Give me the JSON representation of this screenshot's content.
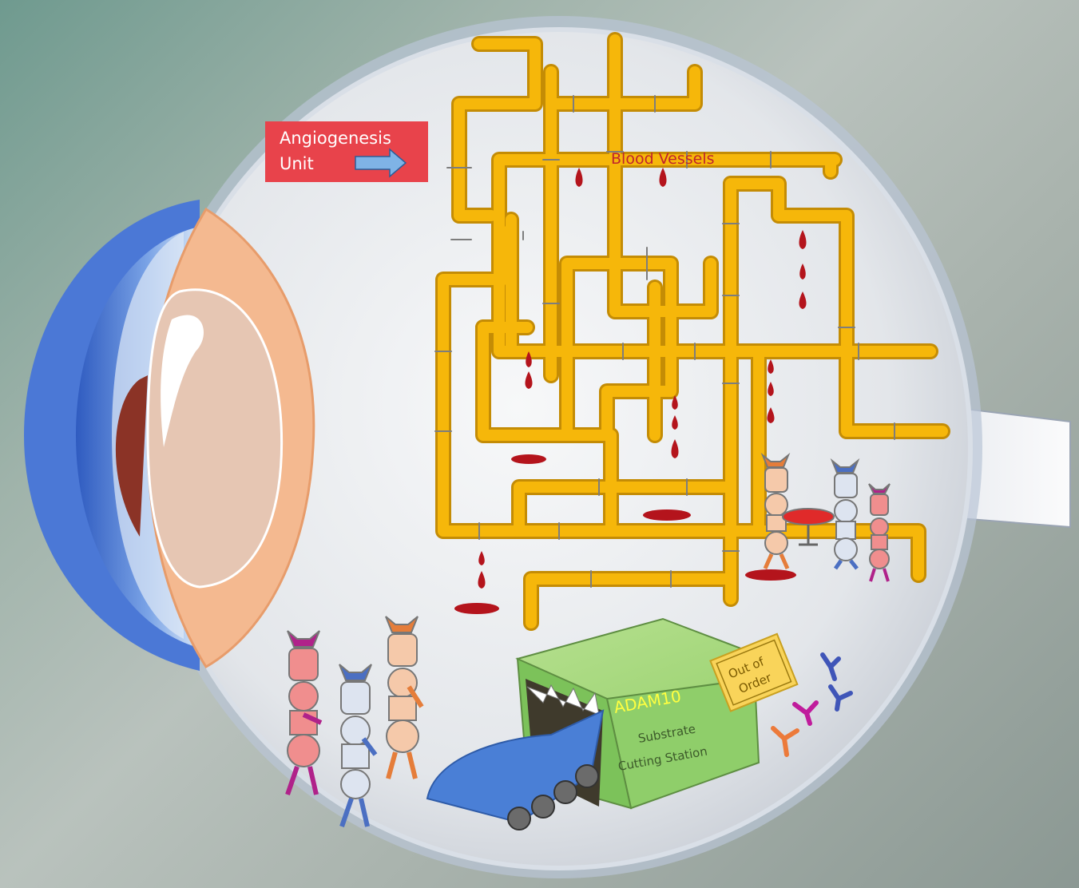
{
  "labels": {
    "angiogenesis_line1": "Angiogenesis",
    "angiogenesis_line2": "Unit",
    "blood_vessels": "Blood Vessels",
    "adam10": "ADAM10",
    "station_line1": "Substrate",
    "station_line2": "Cutting Station",
    "sign_line1": "Out of",
    "sign_line2": "Order"
  },
  "colors": {
    "pipe": "#f6b70a",
    "pipe_joint": "#7d7d7d",
    "blood": "#b4141c",
    "sign_red": "#e8434b",
    "station_green": "#8fce6a",
    "conveyor_blue": "#4a7fd6",
    "lens": "#f4b990",
    "cornea_blue": "#5b86d9",
    "eye_white": "#eef0f2"
  },
  "icons": [
    "arrow-right-icon",
    "blood-drop-icon",
    "antibody-icon"
  ]
}
